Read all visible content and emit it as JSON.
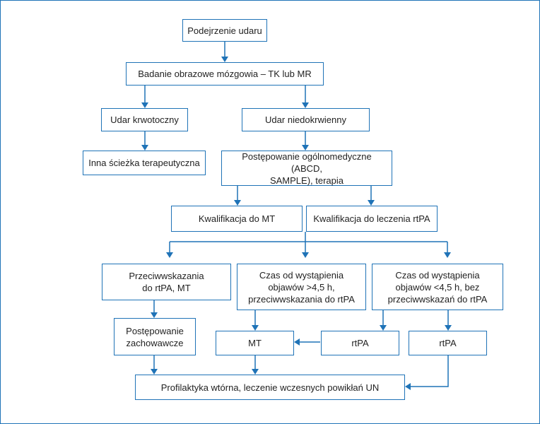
{
  "accent_color": "#1f73b7",
  "nodes": {
    "suspected_stroke": "Podejrzenie udaru",
    "brain_imaging": "Badanie obrazowe mózgowia – TK lub MR",
    "hemorrhagic_stroke": "Udar krwotoczny",
    "ischemic_stroke": "Udar niedokrwienny",
    "other_path": "Inna ścieżka terapeutyczna",
    "general_management": "Postępowanie ogólnomedyczne (ABCD,\nSAMPLE), terapia",
    "mt_qualification": "Kwalifikacja do MT",
    "rtpa_qualification": "Kwalifikacja do leczenia rtPA",
    "contraindications": "Przeciwwskazania\ndo rtPA, MT",
    "time_over": "Czas od wystąpienia\nobjawów >4,5 h,\nprzeciwwskazania do rtPA",
    "time_under": "Czas od wystąpienia\nobjawów <4,5 h, bez\nprzeciwwskazań do rtPA",
    "conservative": "Postępowanie\nzachowawcze",
    "mt": "MT",
    "rtpa_middle": "rtPA",
    "rtpa_right": "rtPA",
    "secondary_prevention": "Profilaktyka wtórna, leczenie wczesnych powikłań UN"
  }
}
